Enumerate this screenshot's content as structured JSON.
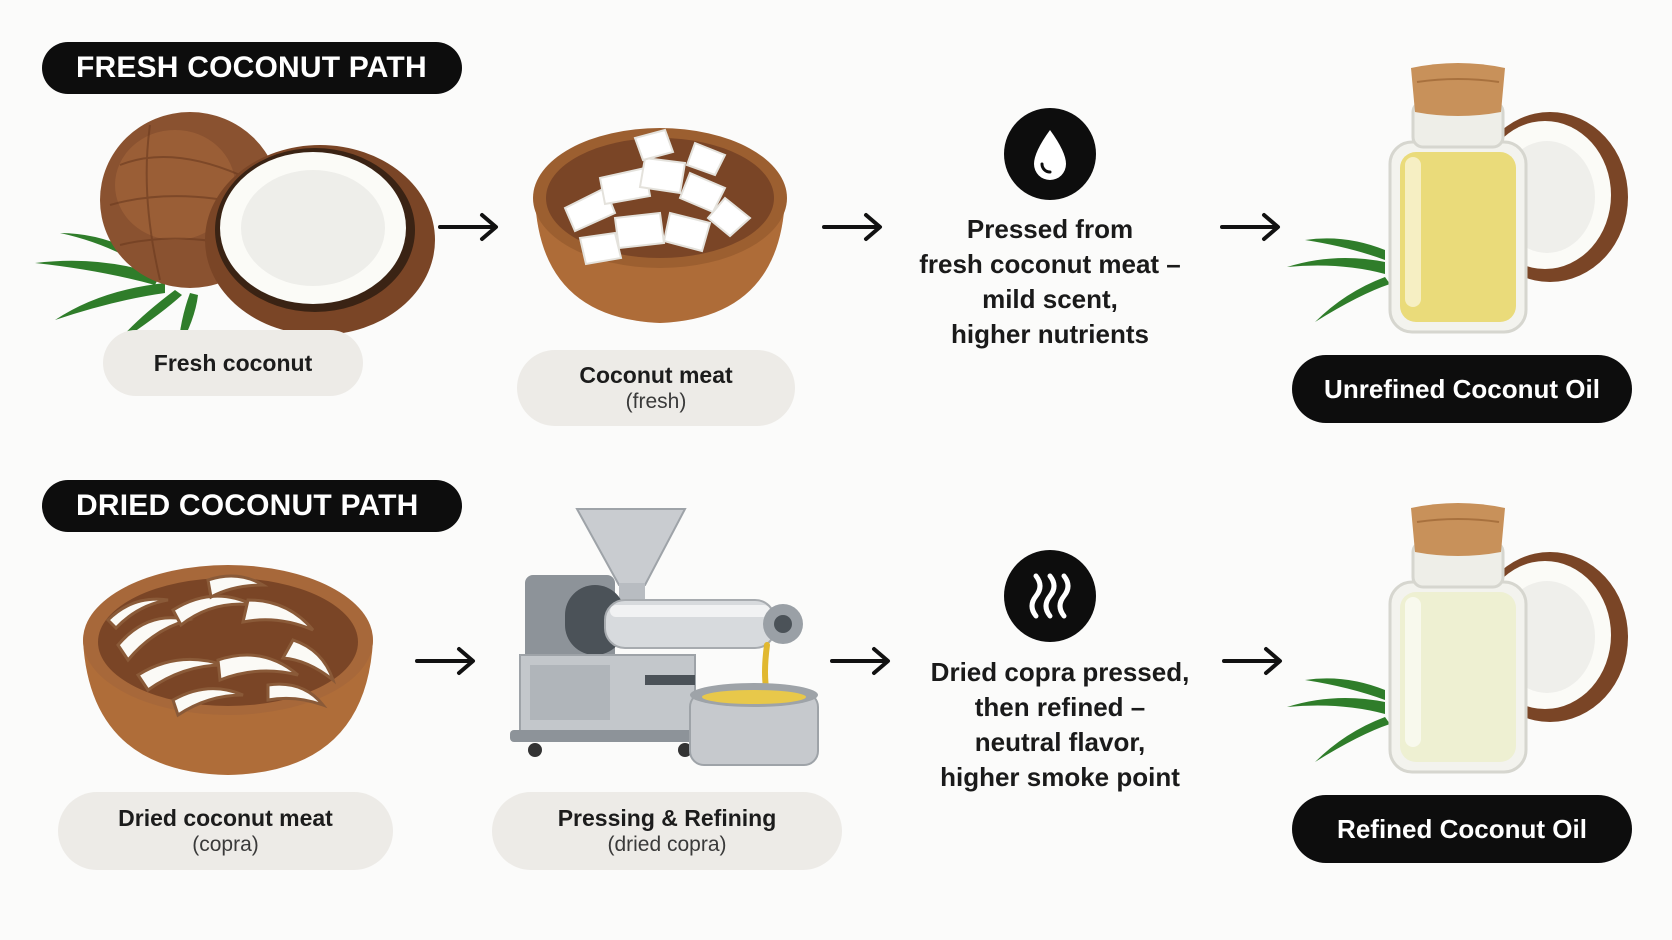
{
  "fresh": {
    "title": "FRESH COCONUT PATH",
    "step1": "Fresh coconut",
    "step2_main": "Coconut meat",
    "step2_sub": "(fresh)",
    "desc": [
      "Pressed from",
      "fresh coconut meat –",
      "mild scent,",
      "higher nutrients"
    ],
    "result": "Unrefined Coconut Oil",
    "icon": "oil-drop-icon"
  },
  "dried": {
    "title": "DRIED COCONUT PATH",
    "step1_main": "Dried coconut meat",
    "step1_sub": "(copra)",
    "step2_main": "Pressing & Refining",
    "step2_sub": "(dried copra)",
    "desc": [
      "Dried copra pressed,",
      "then refined –",
      "neutral flavor,",
      "higher smoke point"
    ],
    "result": "Refined Coconut Oil",
    "icon": "heat-waves-icon"
  },
  "colors": {
    "dark": "#0d0d0d",
    "pill": "#edebe7",
    "coconut_shell": "#8a5230",
    "wood_bowl": "#b8743e",
    "oil_yellow": "#eadb7a",
    "oil_pale": "#eef0d2",
    "cork": "#c8915a",
    "leaf": "#2f7d2a"
  }
}
